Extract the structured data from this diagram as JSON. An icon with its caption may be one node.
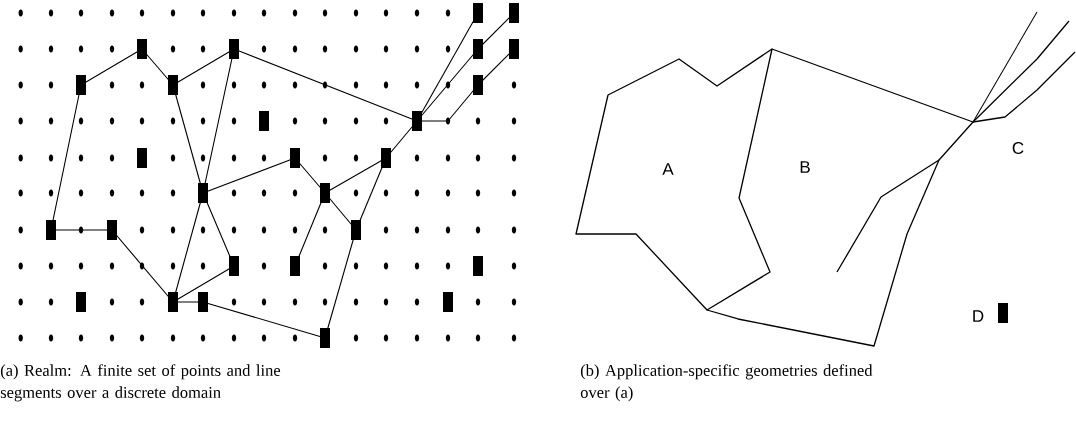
{
  "diagram": {
    "labels": [
      "A",
      "B",
      "C",
      "D",
      "(a) Realm: A finite set of points and line segments over a discrete domain",
      "(b) Application-specific geometries defined over (a)"
    ]
  }
}
